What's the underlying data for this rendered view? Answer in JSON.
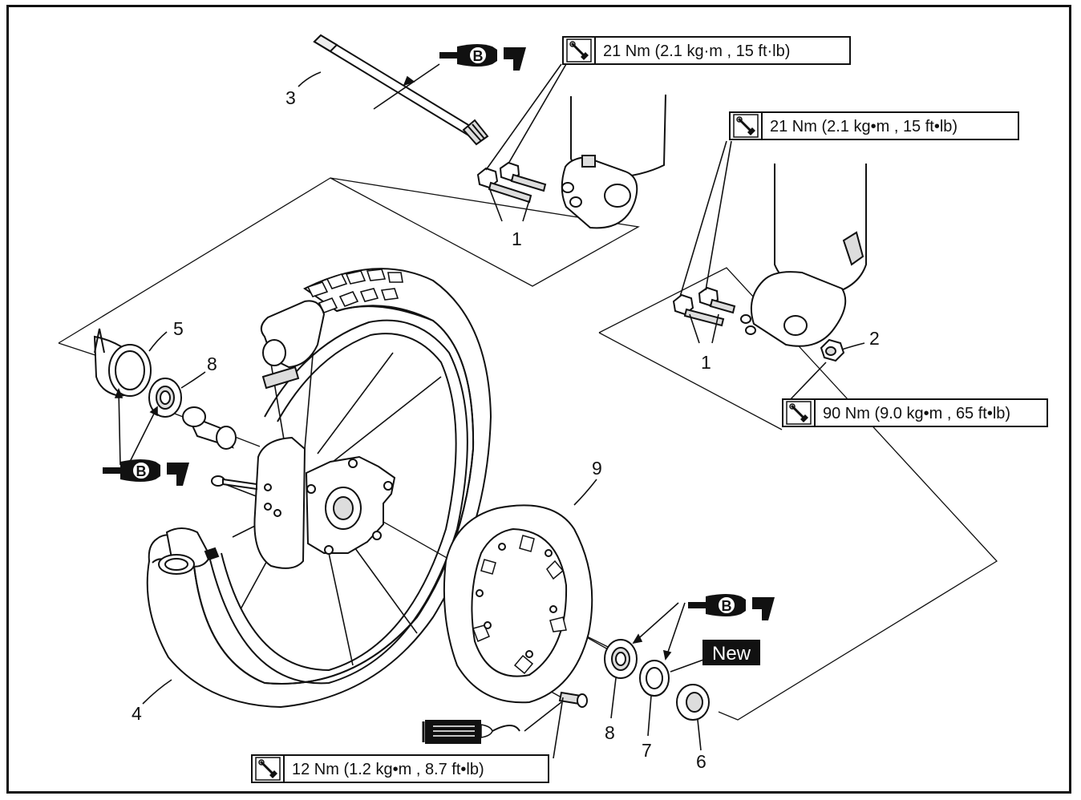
{
  "torque_labels": {
    "t1": "21 Nm (2.1 kg·m , 15 ft·lb)",
    "t2": "21 Nm (2.1 kg•m , 15 ft•lb)",
    "t3": "90 Nm (9.0 kg•m , 65 ft•lb)",
    "t4": "12 Nm (1.2 kg•m , 8.7 ft•lb)"
  },
  "callouts": {
    "c1a": "1",
    "c1b": "1",
    "c2": "2",
    "c3": "3",
    "c4": "4",
    "c5": "5",
    "c6": "6",
    "c7": "7",
    "c8a": "8",
    "c8b": "8",
    "c9": "9"
  },
  "grease_symbol_letter": "B",
  "new_badge": "New",
  "icons": [
    "torque-wrench-icon",
    "grease-gun-icon",
    "thread-lock-icon"
  ]
}
